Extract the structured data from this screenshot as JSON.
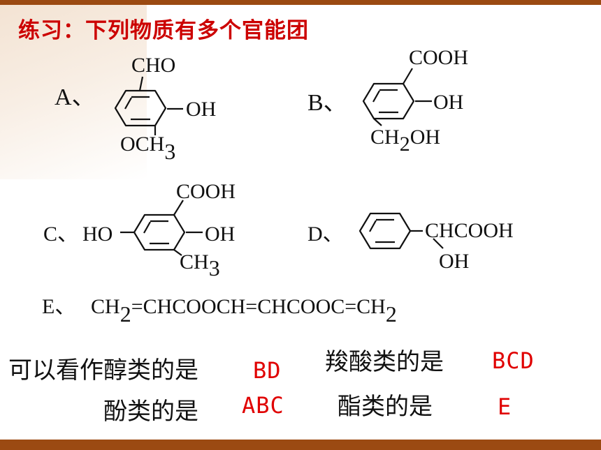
{
  "title": "练习：下列物质有多个官能团",
  "options": {
    "A": {
      "label": "A、",
      "subs": {
        "top": "CHO",
        "right": "OH",
        "bottom": "OCH3"
      }
    },
    "B": {
      "label": "B、",
      "subs": {
        "top": "COOH",
        "right": "OH",
        "bottom": "CH2OH"
      }
    },
    "C": {
      "label": "C、",
      "subs": {
        "left": "HO",
        "top": "COOH",
        "right": "OH",
        "bottom": "CH3"
      }
    },
    "D": {
      "label": "D、",
      "subs": {
        "chain": "CHCOOH",
        "bottom": "OH"
      }
    },
    "E": {
      "label": "E、",
      "formula": "CH2=CHCOOCH=CHCOOC=CH2"
    }
  },
  "questions": [
    {
      "prompt": "可以看作醇类的是",
      "answer": "BD"
    },
    {
      "prompt": "羧酸类的是",
      "answer": "BCD"
    },
    {
      "prompt": "酚类的是",
      "answer": "ABC"
    },
    {
      "prompt": "酯类的是",
      "answer": "E"
    }
  ]
}
